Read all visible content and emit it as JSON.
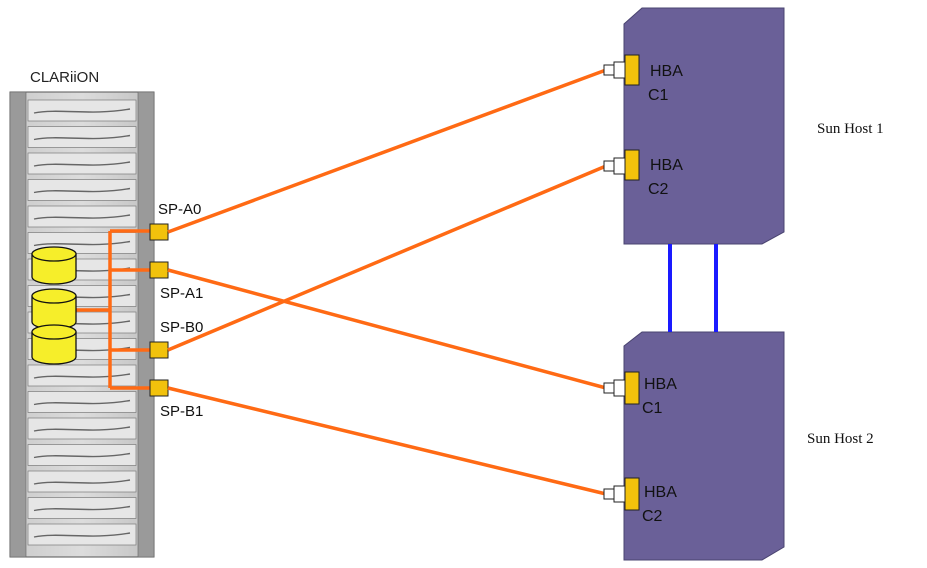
{
  "storage": {
    "name": "CLARiiON",
    "ports": {
      "a0": "SP-A0",
      "a1": "SP-A1",
      "b0": "SP-B0",
      "b1": "SP-B1"
    }
  },
  "hosts": {
    "host1": {
      "name": "Sun Host 1",
      "hba1": {
        "line1": "HBA",
        "line2": "C1"
      },
      "hba2": {
        "line1": "HBA",
        "line2": "C2"
      }
    },
    "host2": {
      "name": "Sun Host  2",
      "hba1": {
        "line1": "HBA",
        "line2": "C1"
      },
      "hba2": {
        "line1": "HBA",
        "line2": "C2"
      }
    }
  },
  "colors": {
    "cable": "#ff6a14",
    "interconnect": "#1a1aff",
    "host": "#6a6098",
    "port": "#f2c20c",
    "disk": "#f6ee2a",
    "rack": "#b9b9b9"
  }
}
